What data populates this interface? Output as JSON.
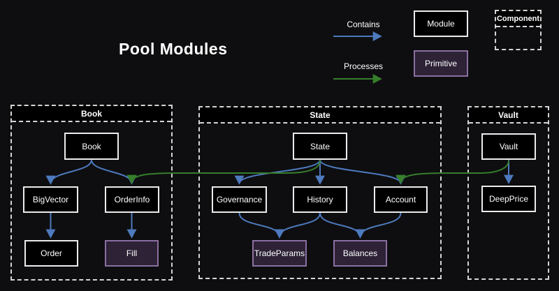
{
  "title": "Pool Modules",
  "legend": {
    "contains_label": "Contains",
    "processes_label": "Processes",
    "module_label": "Module",
    "primitive_label": "Primitive",
    "component_label": "Component"
  },
  "colors": {
    "contains_arrow": "#4d79bd",
    "processes_arrow": "#367e2c",
    "module_fill": "#000000",
    "module_border": "#ececec",
    "primitive_fill": "#2d2236",
    "primitive_border": "#8b6fa0",
    "background": "#0e0e10",
    "dashed_border": "#d5d5d5"
  },
  "containers": {
    "book": {
      "label": "Book"
    },
    "state": {
      "label": "State"
    },
    "vault": {
      "label": "Vault"
    }
  },
  "nodes": {
    "book": "Book",
    "bigvector": "BigVector",
    "orderinfo": "OrderInfo",
    "order": "Order",
    "fill": "Fill",
    "state": "State",
    "governance": "Governance",
    "history": "History",
    "account": "Account",
    "tradeparams": "TradeParams",
    "balances": "Balances",
    "vault": "Vault",
    "deepprice": "DeepPrice"
  },
  "edges": [
    {
      "from": "Book",
      "to": "BigVector",
      "relation": "contains"
    },
    {
      "from": "Book",
      "to": "OrderInfo",
      "relation": "contains"
    },
    {
      "from": "BigVector",
      "to": "Order",
      "relation": "contains"
    },
    {
      "from": "OrderInfo",
      "to": "Fill",
      "relation": "contains"
    },
    {
      "from": "State",
      "to": "Governance",
      "relation": "contains"
    },
    {
      "from": "State",
      "to": "History",
      "relation": "contains"
    },
    {
      "from": "State",
      "to": "Account",
      "relation": "contains"
    },
    {
      "from": "Governance",
      "to": "TradeParams",
      "relation": "contains"
    },
    {
      "from": "History",
      "to": "TradeParams",
      "relation": "contains"
    },
    {
      "from": "History",
      "to": "Balances",
      "relation": "contains"
    },
    {
      "from": "Account",
      "to": "Balances",
      "relation": "contains"
    },
    {
      "from": "Vault",
      "to": "DeepPrice",
      "relation": "contains"
    },
    {
      "from": "State",
      "to": "OrderInfo",
      "relation": "processes"
    },
    {
      "from": "Vault",
      "to": "Account",
      "relation": "processes"
    }
  ]
}
